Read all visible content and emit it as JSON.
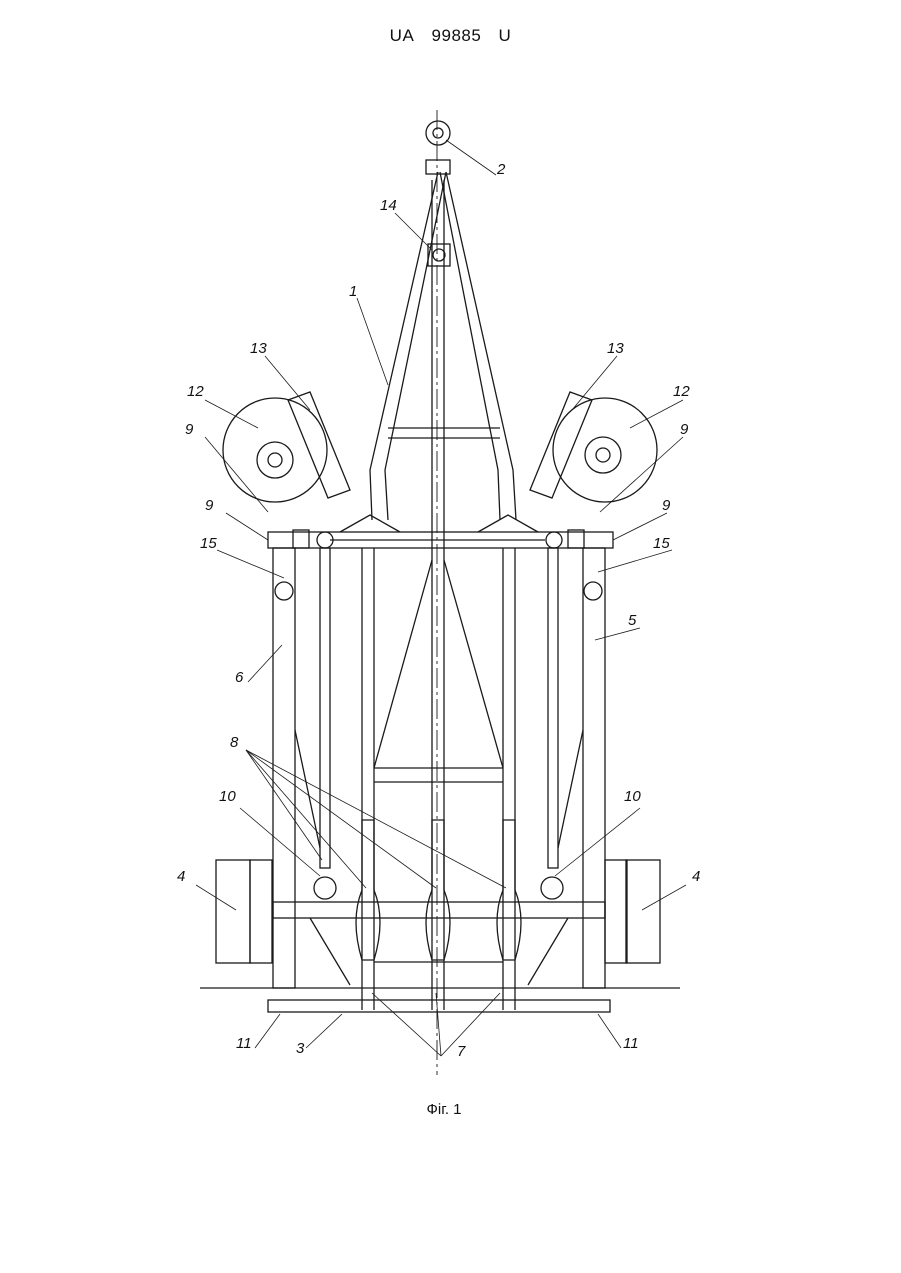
{
  "header": {
    "country": "UA",
    "number": "99885",
    "kind": "U"
  },
  "caption": "Фіг. 1",
  "labels": {
    "l1": "1",
    "l2": "2",
    "l3": "3",
    "l4a": "4",
    "l4b": "4",
    "l5": "5",
    "l6": "6",
    "l7": "7",
    "l8": "8",
    "l9a": "9",
    "l9b": "9",
    "l9c": "9",
    "l9d": "9",
    "l10a": "10",
    "l10b": "10",
    "l11a": "11",
    "l11b": "11",
    "l12a": "12",
    "l12b": "12",
    "l13a": "13",
    "l13b": "13",
    "l14": "14",
    "l15a": "15",
    "l15b": "15"
  }
}
